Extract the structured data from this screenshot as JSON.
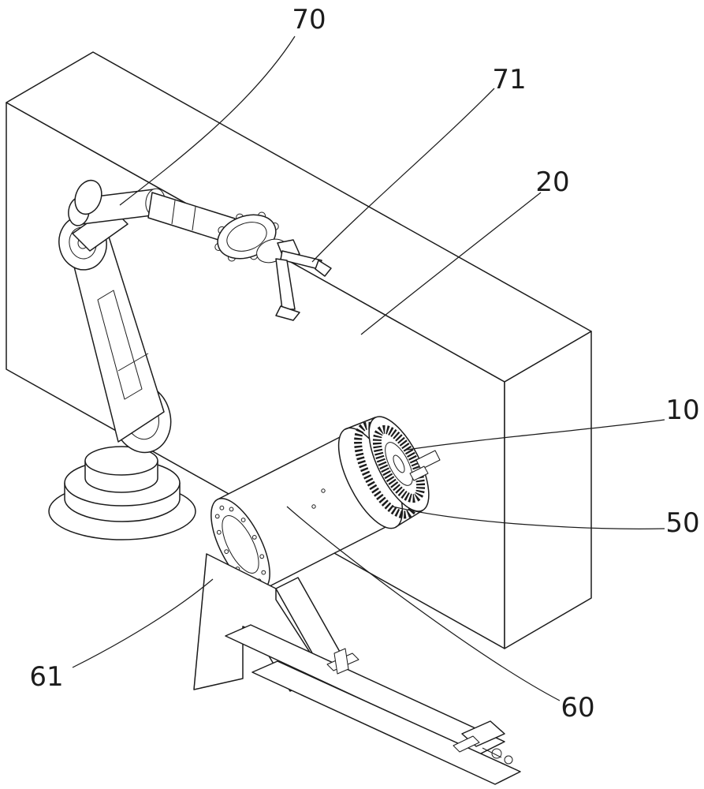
{
  "figure": {
    "kind": "patent-style isometric line drawing",
    "background_color": "#ffffff",
    "line_color": "#1c1c1c"
  },
  "labels": {
    "70": "70",
    "71": "71",
    "20": "20",
    "10": "10",
    "50": "50",
    "61": "61",
    "60": "60"
  }
}
